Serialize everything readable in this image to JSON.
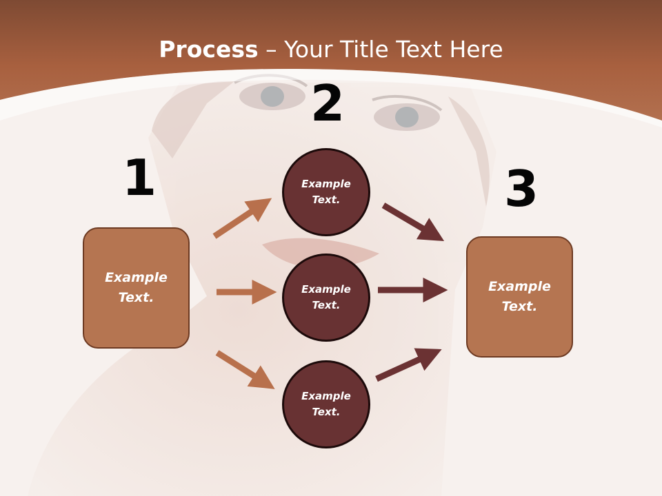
{
  "title": {
    "bold": "Process",
    "rest": " – Your Title Text Here"
  },
  "steps": {
    "one": {
      "number": "1",
      "text": "Example\nText."
    },
    "two": {
      "number": "2",
      "circles": [
        {
          "text": "Example\nText."
        },
        {
          "text": "Example\nText."
        },
        {
          "text": "Example\nText."
        }
      ]
    },
    "three": {
      "number": "3",
      "text": "Example\nText."
    }
  },
  "colors": {
    "header": "#a8603f",
    "box_fill": "#b57551",
    "circle_fill": "#683233",
    "arrow_light": "#b8704c",
    "arrow_dark": "#6b3233"
  }
}
